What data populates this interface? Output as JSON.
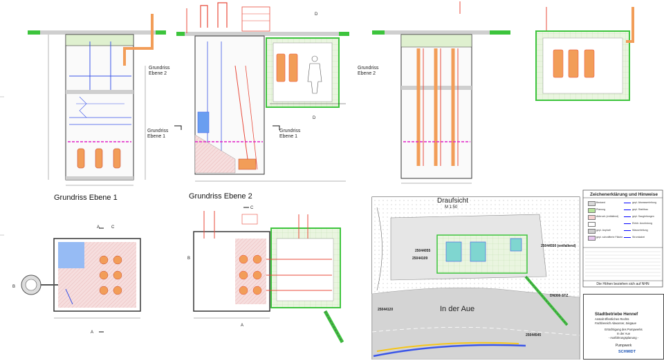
{
  "labels": {
    "grundriss_e1": "Grundriss Ebene 1",
    "grundriss_e2": "Grundriss Ebene 2",
    "view_e2_a": "Grundriss\nEbene 2",
    "view_e1_a": "Grundriss\nEbene 1",
    "view_e1_b": "Grundriss\nEbene 1",
    "view_e2_b": "Grundriss\nEbene 2",
    "draufsicht": "Draufsicht",
    "scale": "M 1:50",
    "street": "In der Aue",
    "parcel_1": "25044055",
    "parcel_2": "25044109",
    "parcel_3": "25044550 (entfallend)",
    "parcel_4": "25044545",
    "parcel_5": "25044120",
    "dn300": "DN300 STZ",
    "section_a": "A",
    "section_b": "B",
    "section_c": "C",
    "section_d": "D"
  },
  "legend": {
    "title": "Zeichenerklärung und Hinweise",
    "rows": [
      {
        "fill": "#d9d9d9",
        "text": "Bestand",
        "line": "gepl. Abwasserleitung"
      },
      {
        "fill": "#b6e39a",
        "text": "Planung",
        "line": "gepl. Stahlbau"
      },
      {
        "fill": "#f5d0d0",
        "text": "Abbruch (entfallend)",
        "line": "gepl. Saugleitungen"
      },
      {
        "fill": "#ffffff",
        "text": "",
        "line": "Elektr. Ausrüstung"
      },
      {
        "fill": "#cfcfcf",
        "text": "gepl. Asphalt",
        "line": "Wasserleitung"
      },
      {
        "fill": "#e8c8f0",
        "text": "gepl. schraffierte Fläche",
        "line": "Stromkabel"
      }
    ],
    "note": "Die Höhen beziehen sich auf NHN"
  },
  "title_block": {
    "org": "Stadtbetriebe Hennef",
    "org_sub": "Anstalt öffentlichen Rechts",
    "org_sub2": "Fachbereich Abwasser, Siegaue",
    "project": "Ertüchtigung des Pumpwerks",
    "project2": "In der Aue",
    "phase": "- Ausführungsplanung -",
    "drawing": "Pumpwerk",
    "firm": "SCHMIDT"
  },
  "colors": {
    "concrete": "#e6f2d9",
    "green_wall": "#b6e39a",
    "pump_red": "#e84a3a",
    "pipe_orange": "#f29d58",
    "steel_blue": "#3a55e8",
    "magenta": "#e020c8",
    "hatch_pink": "#f4c9c9",
    "tank_blue": "#6a9ef0"
  }
}
